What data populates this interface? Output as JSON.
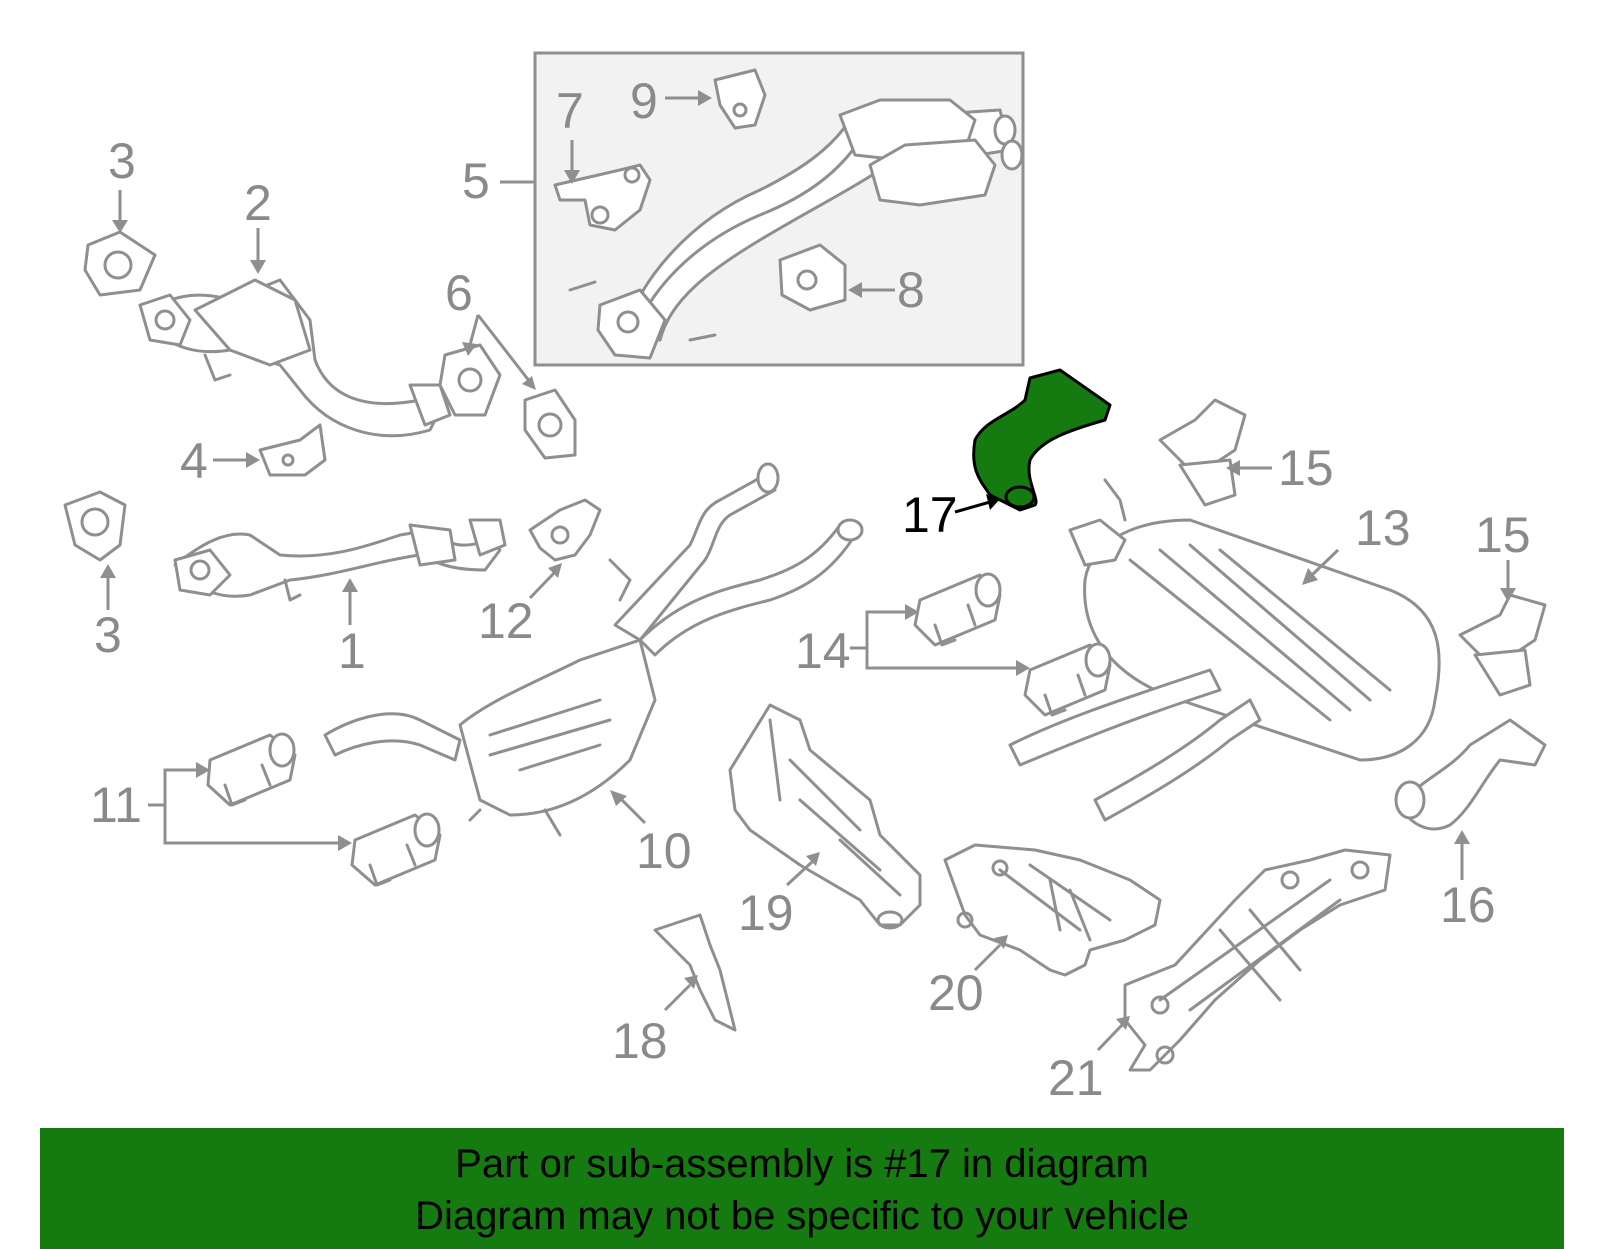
{
  "diagram": {
    "highlight_color": "#157a0f",
    "line_color": "#8f8f8f",
    "callouts": {
      "c1": "1",
      "c2": "2",
      "c3a": "3",
      "c3b": "3",
      "c4": "4",
      "c5": "5",
      "c6": "6",
      "c7": "7",
      "c8": "8",
      "c9": "9",
      "c10": "10",
      "c11": "11",
      "c12": "12",
      "c13": "13",
      "c14": "14",
      "c15a": "15",
      "c15b": "15",
      "c16": "16",
      "c17": "17",
      "c18": "18",
      "c19": "19",
      "c20": "20",
      "c21": "21"
    },
    "highlighted_part": "17"
  },
  "banner": {
    "line1": "Part or sub-assembly is #17 in diagram",
    "line2": "Diagram may not be specific to your vehicle"
  }
}
